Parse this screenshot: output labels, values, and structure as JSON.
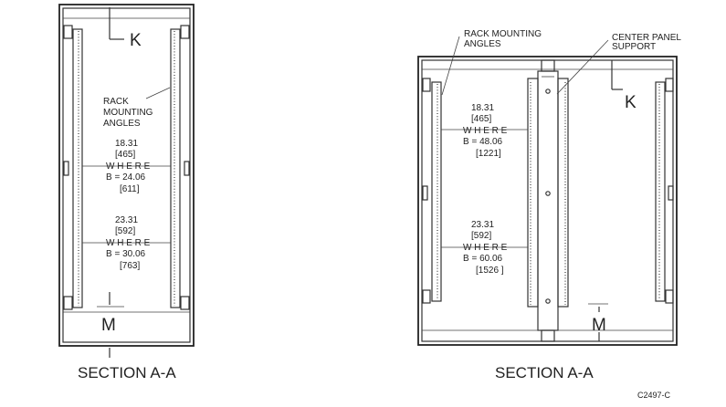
{
  "left_view": {
    "rack_label": [
      "RACK",
      "MOUNTING",
      "ANGLES"
    ],
    "dim1": [
      "18.31",
      "[465]",
      "W H E R E",
      "B = 24.06",
      "[611]"
    ],
    "dim2": [
      "23.31",
      "[592]",
      "W H E R E",
      "B = 30.06",
      "[763]"
    ],
    "k_label": "K",
    "m_label": "M",
    "section_title": "SECTION A-A"
  },
  "right_view": {
    "rack_label": [
      "RACK MOUNTING",
      "ANGLES"
    ],
    "center_label": [
      "CENTER PANEL",
      "SUPPORT"
    ],
    "dim1": [
      "18.31",
      "[465]",
      "W H E R E",
      "B = 48.06",
      "[1221]"
    ],
    "dim2": [
      "23.31",
      "[592]",
      "W H E R E",
      "B = 60.06",
      "[1526 ]"
    ],
    "k_label": "K",
    "m_label": "M",
    "section_title": "SECTION A-A"
  },
  "drawing_code": "C2497-C",
  "colors": {
    "ink": "#222222",
    "paper": "#ffffff"
  }
}
